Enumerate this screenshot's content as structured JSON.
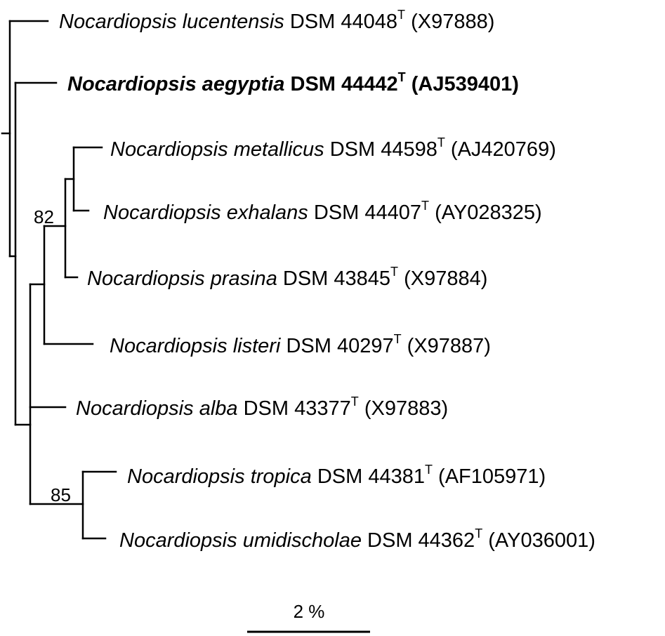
{
  "tree": {
    "taxa": [
      {
        "id": "lucentensis",
        "genus": "Nocardiopsis",
        "species": "lucentensis",
        "strain": "DSM 44048",
        "type_mark": "T",
        "accession": "(X97888)",
        "bold": false
      },
      {
        "id": "aegyptia",
        "genus": "Nocardiopsis",
        "species": "aegyptia",
        "strain": "DSM 44442",
        "type_mark": "T",
        "accession": "(AJ539401)",
        "bold": true
      },
      {
        "id": "metallicus",
        "genus": "Nocardiopsis",
        "species": "metallicus",
        "strain": "DSM 44598",
        "type_mark": "T",
        "accession": "(AJ420769)",
        "bold": false
      },
      {
        "id": "exhalans",
        "genus": "Nocardiopsis",
        "species": "exhalans",
        "strain": "DSM 44407",
        "type_mark": "T",
        "accession": "(AY028325)",
        "bold": false
      },
      {
        "id": "prasina",
        "genus": "Nocardiopsis",
        "species": "prasina",
        "strain": "DSM 43845",
        "type_mark": "T",
        "accession": "(X97884)",
        "bold": false
      },
      {
        "id": "listeri",
        "genus": "Nocardiopsis",
        "species": "listeri",
        "strain": "DSM 40297",
        "type_mark": "T",
        "accession": "(X97887)",
        "bold": false
      },
      {
        "id": "alba",
        "genus": "Nocardiopsis",
        "species": "alba",
        "strain": "DSM 43377",
        "type_mark": "T",
        "accession": "(X97883)",
        "bold": false
      },
      {
        "id": "tropica",
        "genus": "Nocardiopsis",
        "species": "tropica",
        "strain": "DSM 44381",
        "type_mark": "T",
        "accession": "(AF105971)",
        "bold": false
      },
      {
        "id": "umidischolae",
        "genus": "Nocardiopsis",
        "species": "umidischolae",
        "strain": "DSM 44362",
        "type_mark": "T",
        "accession": "(AY036001)",
        "bold": false
      }
    ],
    "bootstrap_values": [
      {
        "node": "metallicus-exhalans-prasina",
        "value": "82"
      },
      {
        "node": "tropica-umidischolae",
        "value": "85"
      }
    ],
    "scale": {
      "label": "2 %",
      "length_percent": 2
    }
  }
}
